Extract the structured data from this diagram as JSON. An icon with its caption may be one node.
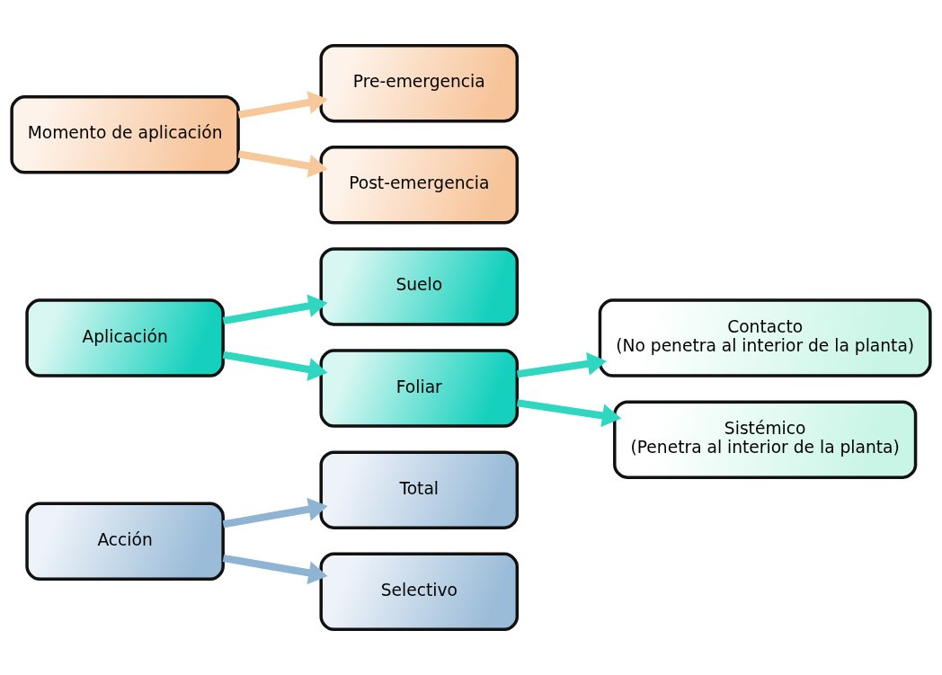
{
  "diagram": {
    "nodes": [
      {
        "text": [
          "Acción"
        ]
      },
      {
        "text": [
          "Total"
        ]
      },
      {
        "text": [
          "Selectivo"
        ]
      },
      {
        "text": [
          "Aplicación"
        ]
      },
      {
        "text": [
          "Suelo"
        ]
      },
      {
        "text": [
          "Foliar"
        ]
      },
      {
        "text": [
          "Contacto",
          "(No penetra al interior de la planta)"
        ]
      },
      {
        "text": [
          "Sistémico",
          "(Penetra al interior de la planta)"
        ]
      },
      {
        "text": [
          "Momento de aplicación"
        ]
      },
      {
        "text": [
          "Pre-emergencia"
        ]
      },
      {
        "text": [
          "Post-emergencia"
        ]
      }
    ],
    "edges": [
      {
        "from": 0,
        "to": 1,
        "arrow": "to",
        "color": "#8fb4d3"
      },
      {
        "from": 0,
        "to": 2,
        "arrow": "to",
        "color": "#8fb4d3"
      },
      {
        "from": 3,
        "to": 4,
        "arrow": "to"
      },
      {
        "from": 3,
        "to": 5,
        "arrow": "to"
      },
      {
        "from": 5,
        "to": 6,
        "arrow": "to"
      },
      {
        "from": 5,
        "to": 7,
        "arrow": "to"
      },
      {
        "from": 8,
        "to": 9,
        "arrow": "to",
        "color": "#f7c99a"
      },
      {
        "from": 8,
        "to": 10,
        "arrow": "to",
        "color": "#f7c99a"
      }
    ]
  }
}
